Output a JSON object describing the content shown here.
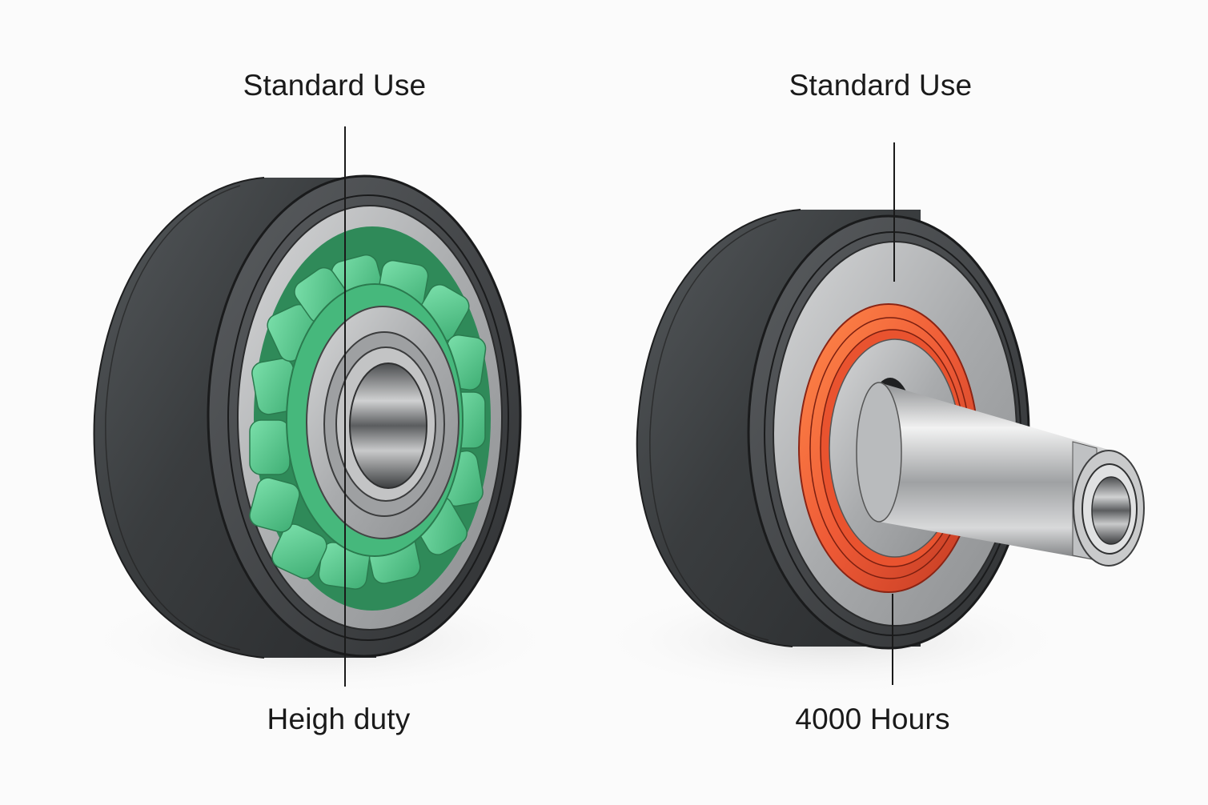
{
  "figure": {
    "background": "#fbfbfb",
    "left_bearing": {
      "top_label": "Standard Use",
      "bottom_label": "Heigh duty",
      "accent_component": "roller cage with cylindrical rollers",
      "accent_color": "#5fcf93"
    },
    "right_bearing": {
      "top_label": "Standard Use",
      "bottom_label": "4000 Hours",
      "accent_component": "seal ring with protruding shaft",
      "accent_color": "#ee5a36"
    },
    "colors": {
      "housing": "#3e4143",
      "steel": "#b8babc",
      "leader_line": "#1a1a1a",
      "text": "#1a1a1a"
    }
  }
}
